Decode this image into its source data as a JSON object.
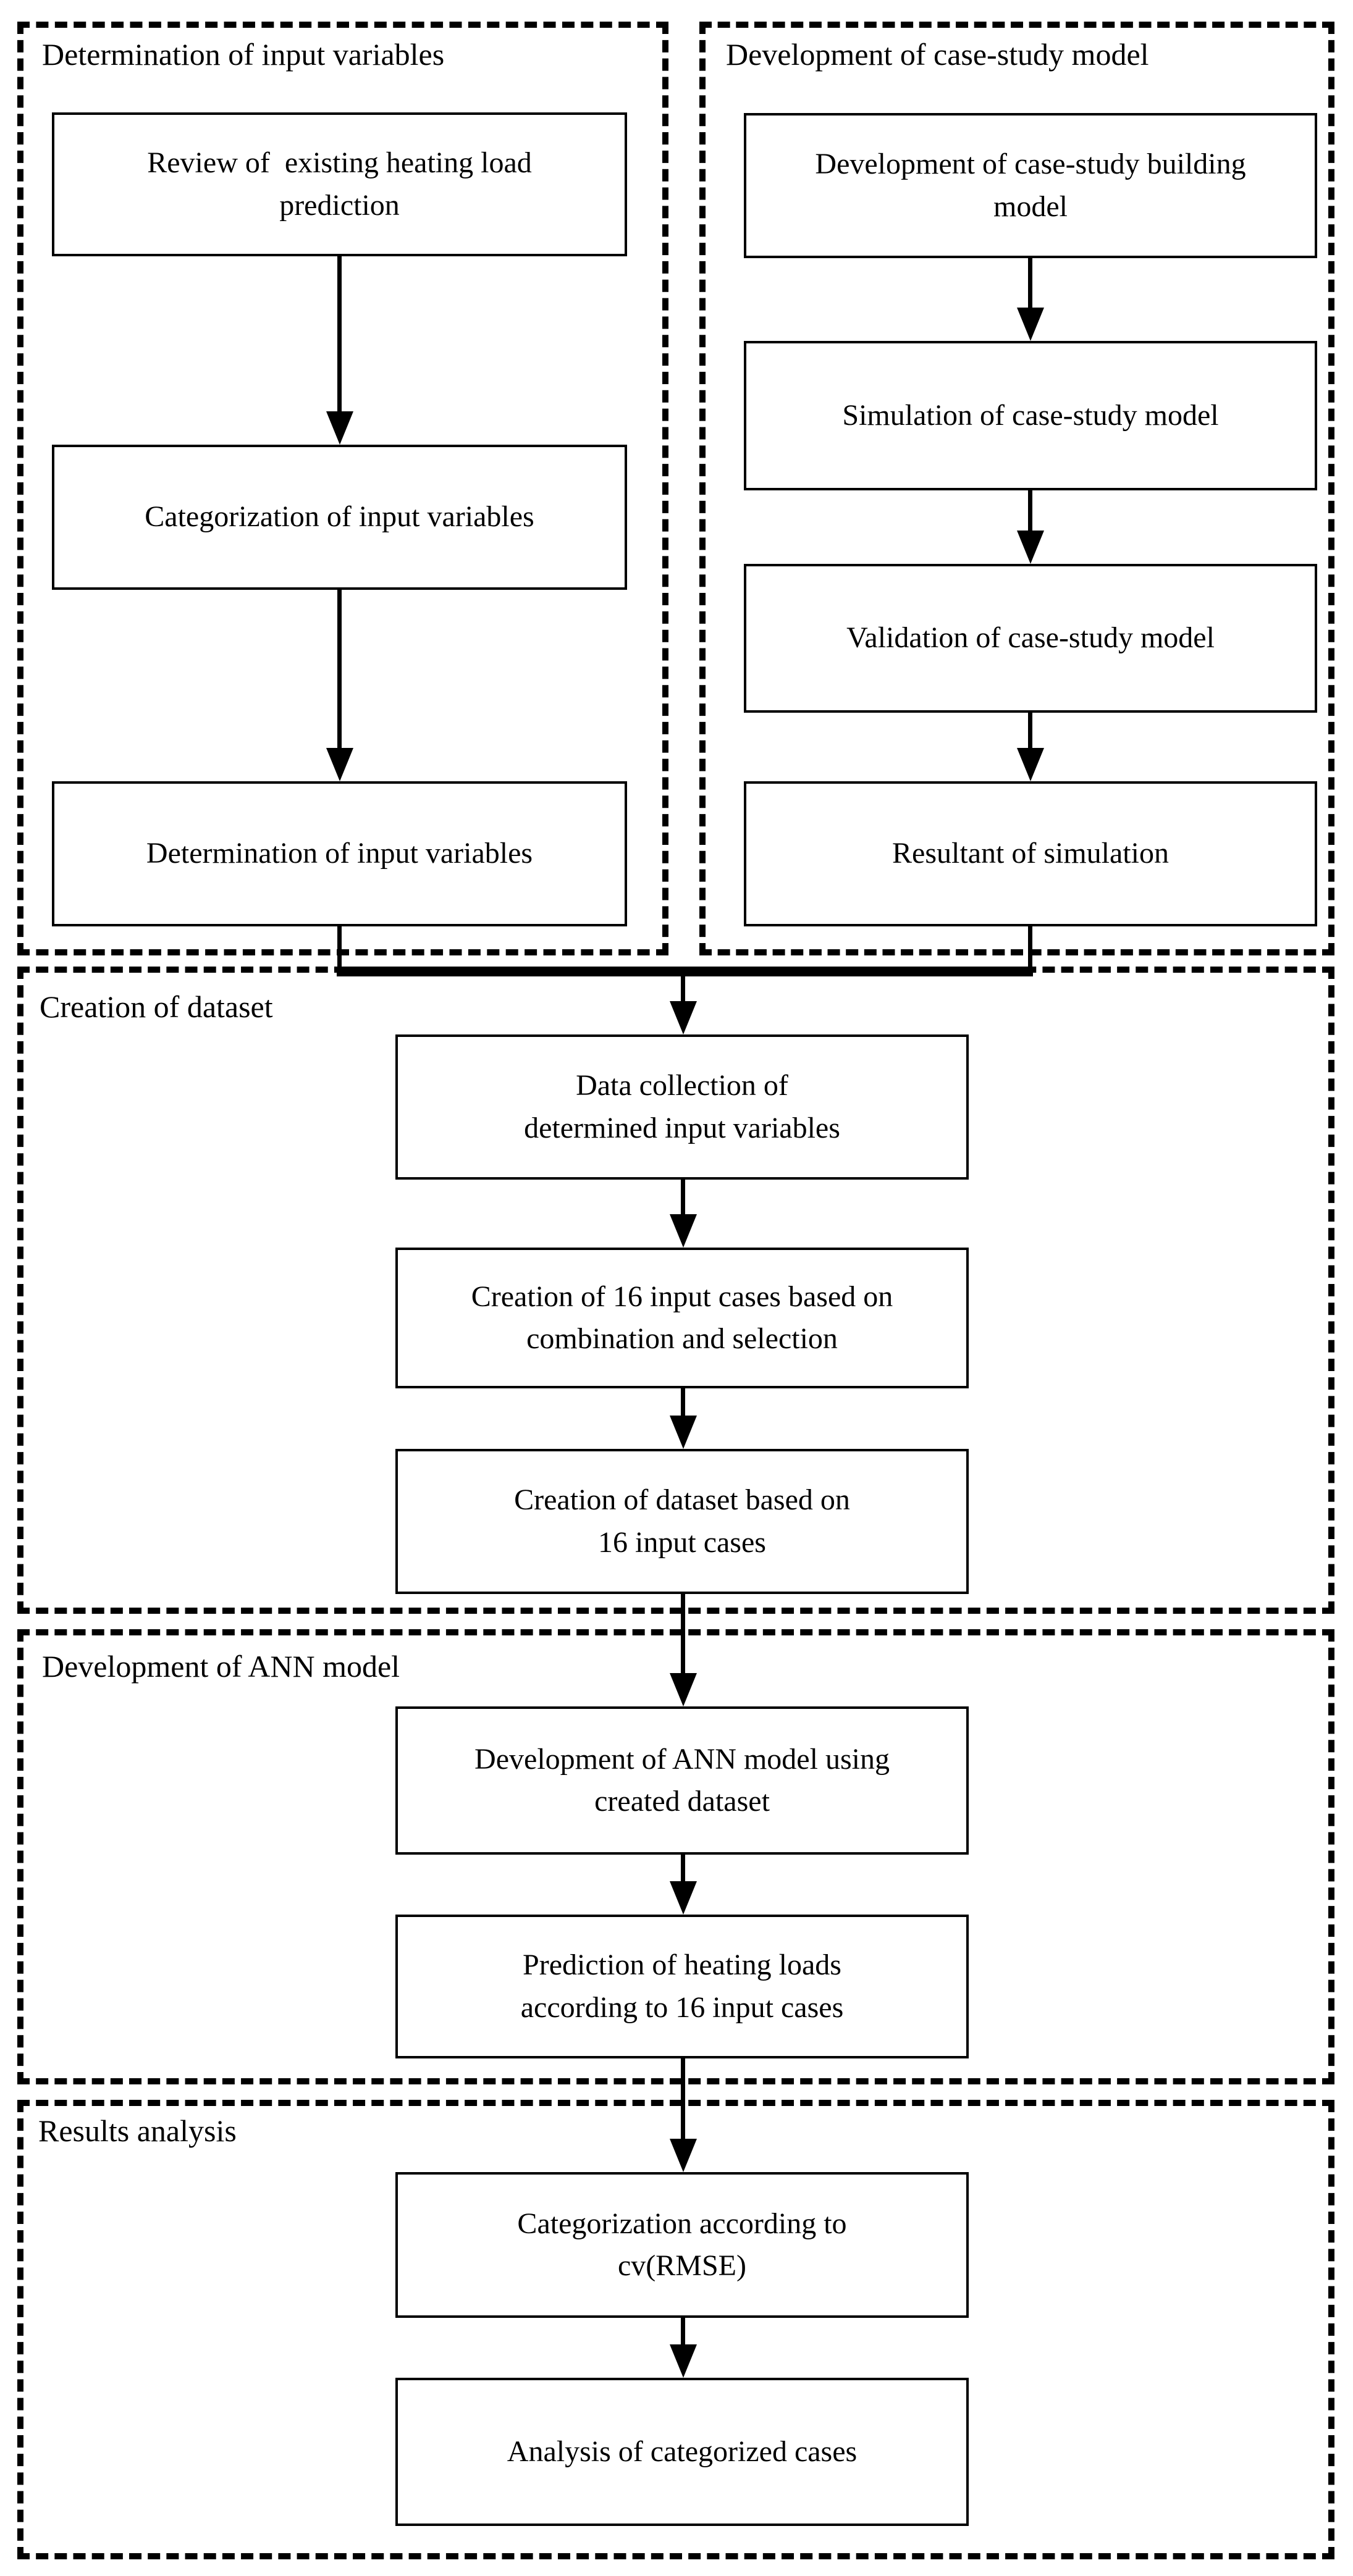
{
  "sections": {
    "input_variables": {
      "label": "Determination of input variables"
    },
    "case_study": {
      "label": "Development of case-study model"
    },
    "dataset": {
      "label": "Creation of dataset"
    },
    "ann": {
      "label": "Development of ANN model"
    },
    "results": {
      "label": "Results analysis"
    }
  },
  "boxes": {
    "review": {
      "text": "Review of  existing heating load\nprediction"
    },
    "categorization_input": {
      "text": "Categorization of input variables"
    },
    "determination_input": {
      "text": "Determination of input variables"
    },
    "dev_building_model": {
      "text": "Development of case-study building\nmodel"
    },
    "simulation": {
      "text": "Simulation of case-study model"
    },
    "validation": {
      "text": "Validation of case-study model"
    },
    "resultant": {
      "text": "Resultant of simulation"
    },
    "data_collection": {
      "text": "Data collection of\ndetermined input variables"
    },
    "creation_16_cases": {
      "text": "Creation of 16 input cases based on\ncombination and selection"
    },
    "creation_dataset": {
      "text": "Creation of dataset based on\n16 input cases"
    },
    "dev_ann_model": {
      "text": "Development of ANN model using\ncreated dataset"
    },
    "prediction": {
      "text": "Prediction of heating loads\naccording to 16 input cases"
    },
    "categorization_rmse": {
      "text": "Categorization according to\ncv(RMSE)"
    },
    "analysis": {
      "text": "Analysis of categorized cases"
    }
  },
  "colors": {
    "line": "#000000",
    "background": "#ffffff",
    "box_background": "#ffffff"
  }
}
